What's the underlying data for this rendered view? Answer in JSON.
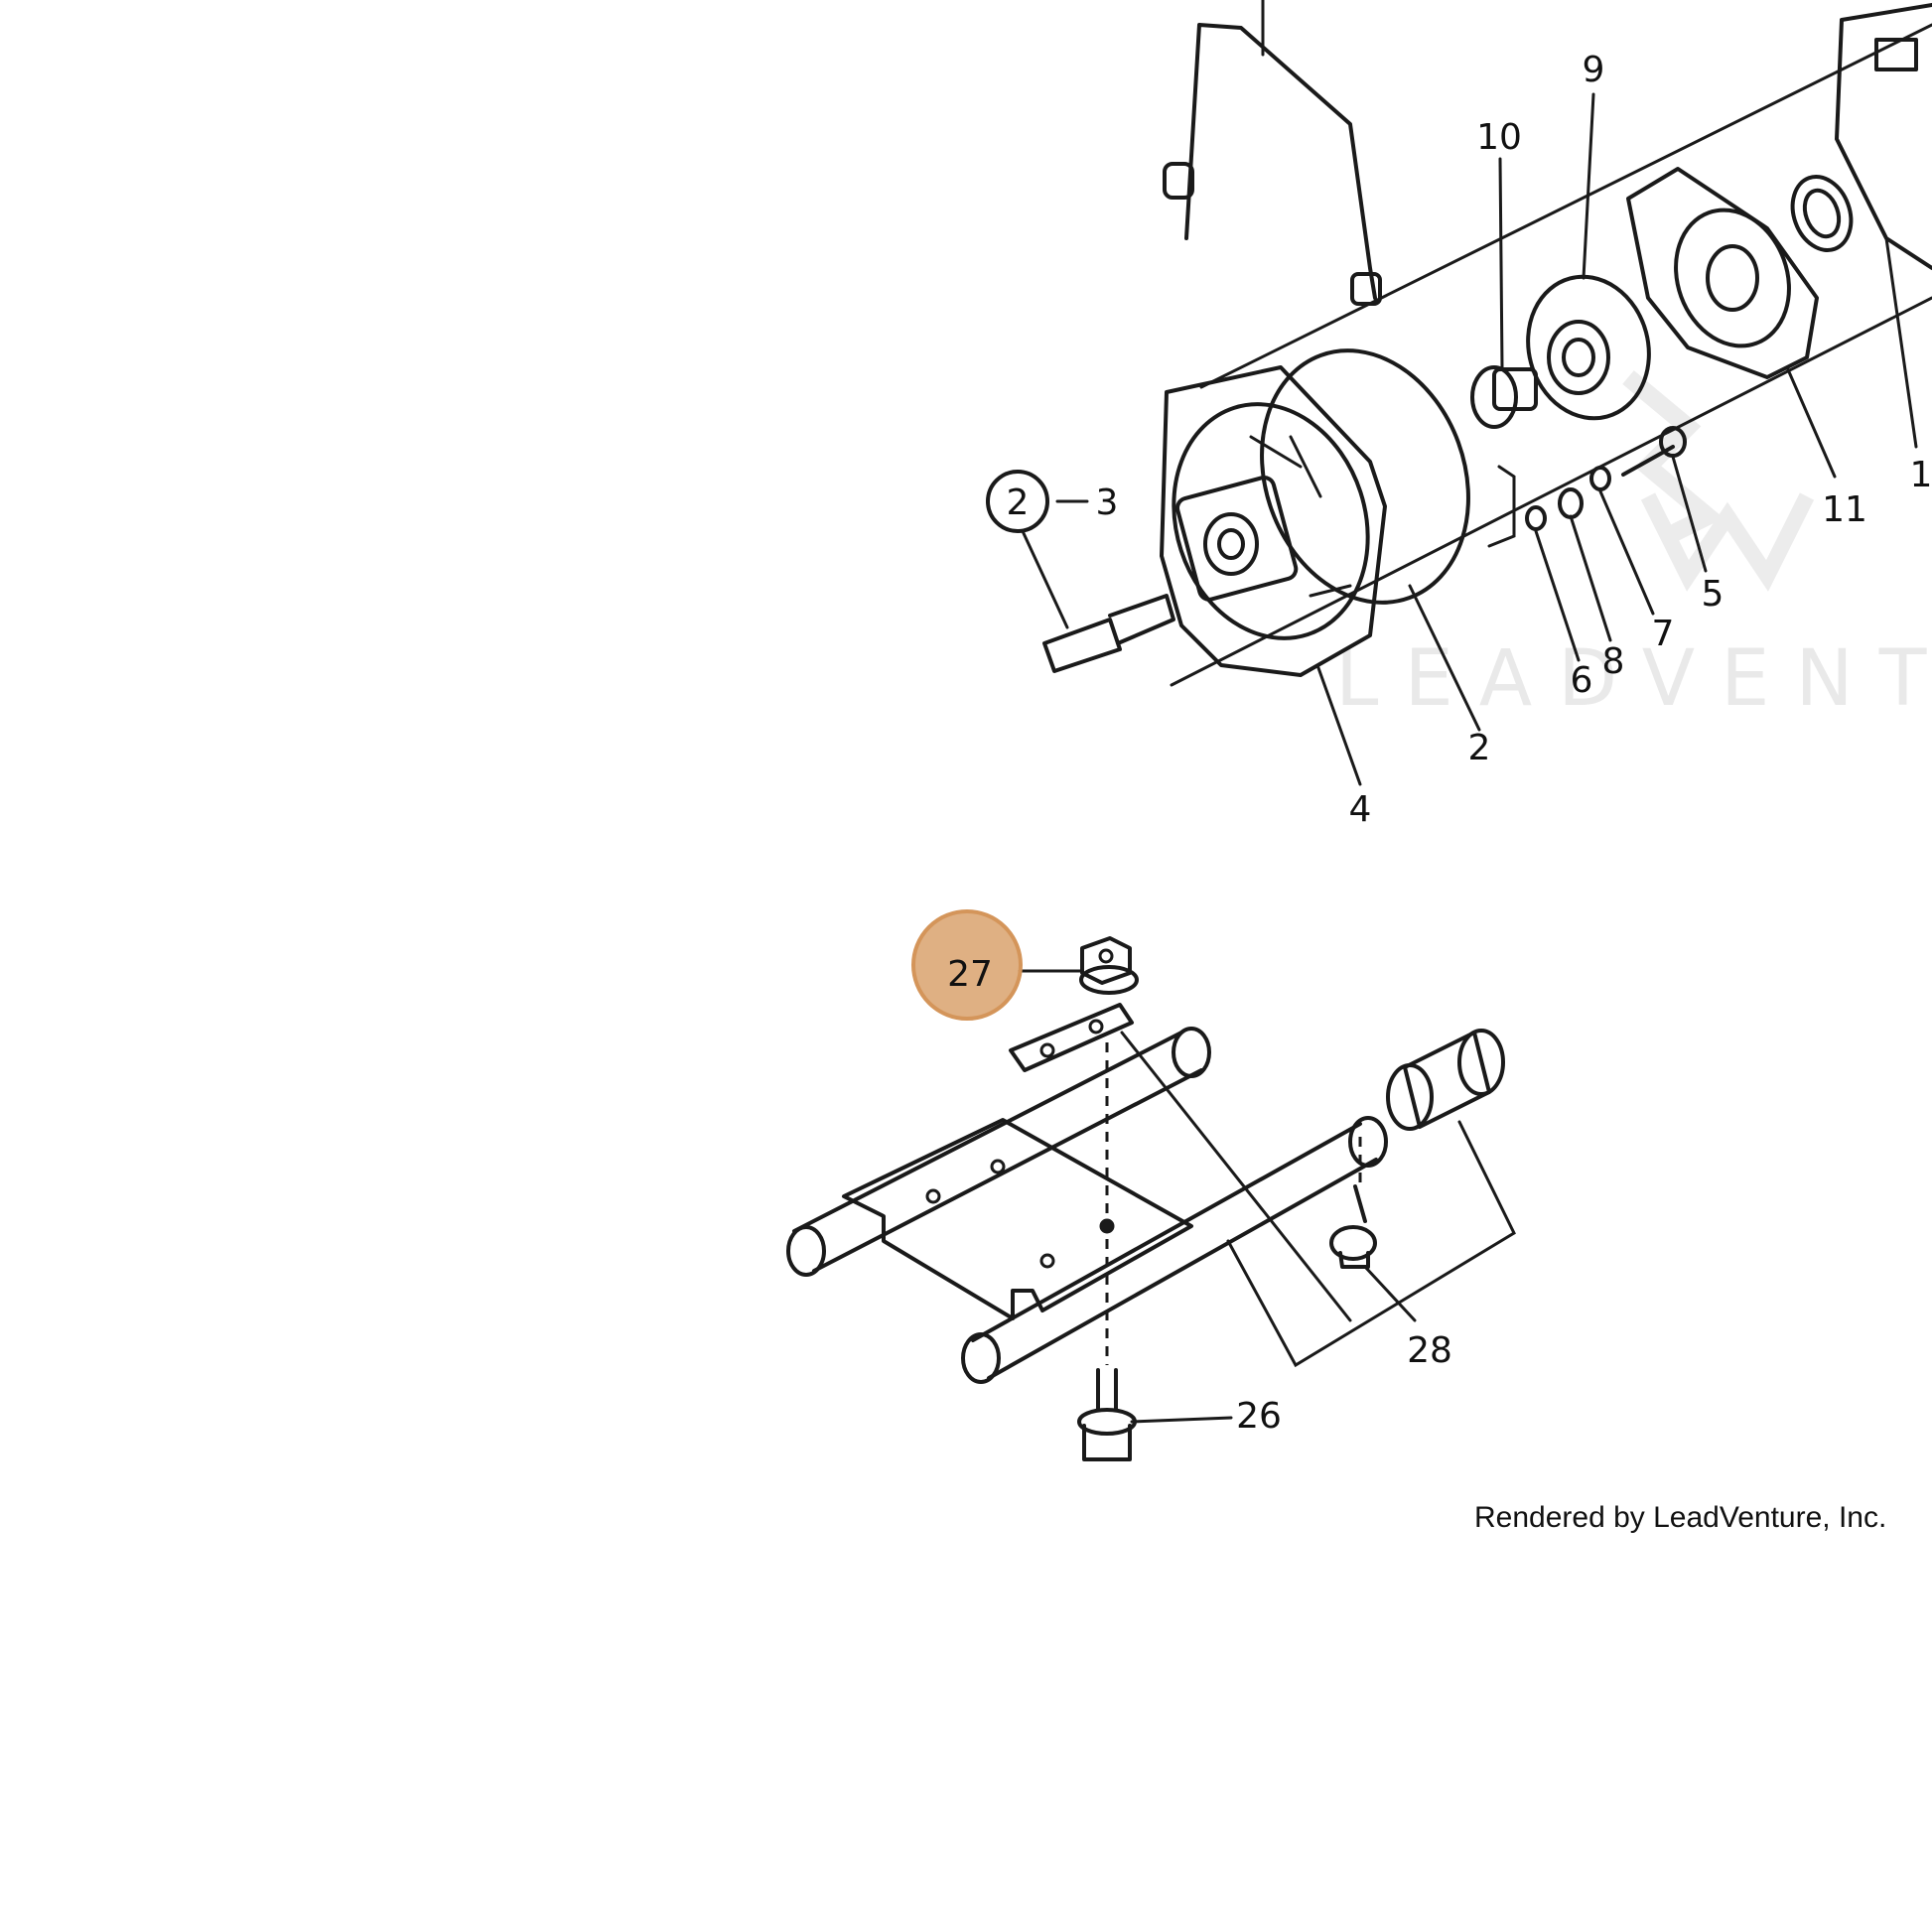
{
  "diagram": {
    "callouts": {
      "c1": "1",
      "c2": "2",
      "c2_circled": "2",
      "c3": "3",
      "c4": "4",
      "c5": "5",
      "c6": "6",
      "c7": "7",
      "c8": "8",
      "c9": "9",
      "c10": "10",
      "c11": "11",
      "c26": "26",
      "c27": "27",
      "c28": "28"
    },
    "highlight_color": "#d4955a",
    "highlighted_callout": "27"
  },
  "watermark": {
    "text": "LEADVENTUR"
  },
  "footer": {
    "credit": "Rendered by LeadVenture, Inc."
  }
}
